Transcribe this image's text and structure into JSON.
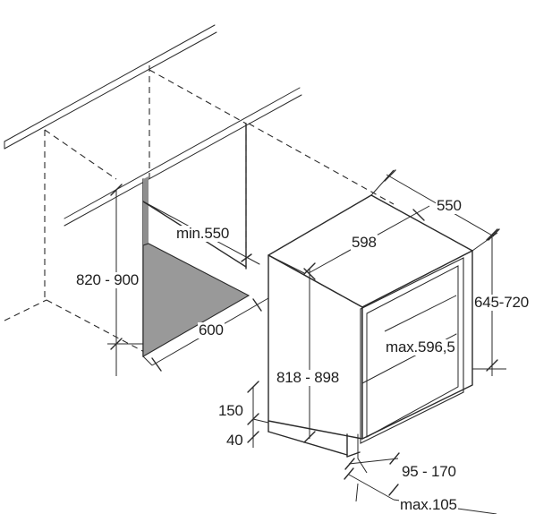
{
  "colors": {
    "line": "#2a2a2a",
    "floor_fill": "#999999",
    "background": "#ffffff"
  },
  "labels": {
    "niche_depth_min": "min.550",
    "niche_height": "820 - 900",
    "niche_width": "600",
    "unit_width": "598",
    "unit_depth": "550",
    "unit_height_total": "645-720",
    "unit_height": "818 - 898",
    "door_width_max": "max.596,5",
    "plinth_height": "150",
    "plinth_gap": "40",
    "plinth_depth": "95 - 170",
    "plinth_offset_max": "max.105"
  }
}
